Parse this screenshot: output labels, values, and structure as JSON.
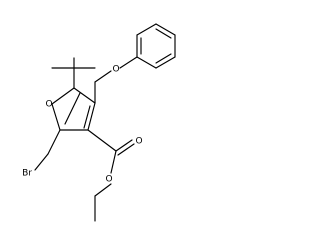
{
  "structure": {
    "atoms": {
      "furan_oxygen": "O",
      "ether_oxygen": "O",
      "carbonyl_oxygen": "O",
      "ester_oxygen": "O",
      "bromine": "Br"
    }
  }
}
